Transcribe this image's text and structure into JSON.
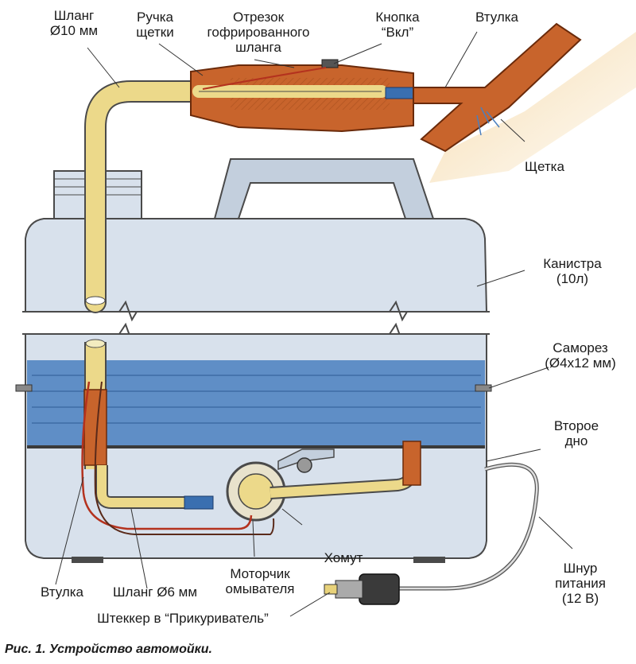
{
  "colors": {
    "liquid": "#4a7fbf",
    "hose": "#ecd98a",
    "handle": "#c8642c",
    "canister": "#d8e1ec",
    "outline": "#4a4a4a"
  },
  "labels": {
    "hose10": "Шланг\nØ10 мм",
    "brush_handle": "Ручка\nщетки",
    "corrugated": "Отрезок\nгофрированного\nшланга",
    "button": "Кнопка\n“Вкл”",
    "sleeve_top": "Втулка",
    "brush": "Щетка",
    "canister": "Канистра\n(10л)",
    "screw": "Саморез\n(Ø4х12 мм)",
    "second_bottom": "Второе\nдно",
    "clamp": "Хомут",
    "power_cord": "Шнур\nпитания\n(12 В)",
    "sleeve_bottom": "Втулка",
    "hose6": "Шланг Ø6 мм",
    "motor": "Моторчик\nомывателя",
    "plug": "Штеккер в “Прикуриватель”"
  },
  "caption": "Рис. 1. Устройство автомойки."
}
